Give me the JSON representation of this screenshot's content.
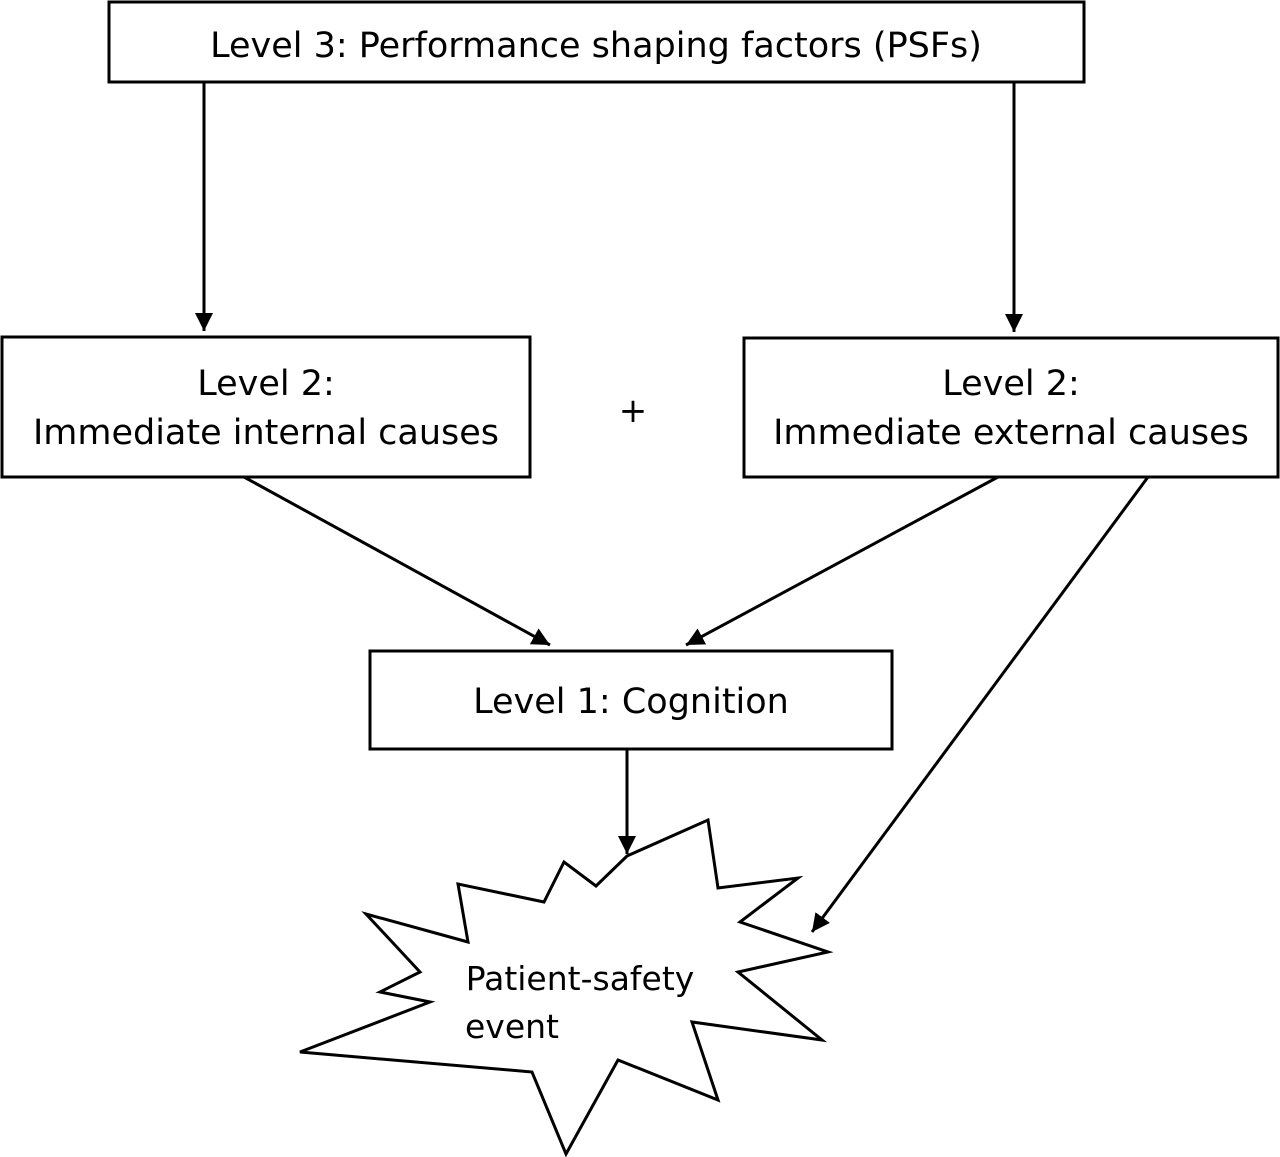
{
  "nodes": {
    "level3": {
      "text": "Level 3: Performance shaping factors (PSFs)"
    },
    "level2_internal": {
      "line1": "Level 2:",
      "line2": "Immediate internal causes"
    },
    "level2_external": {
      "line1": "Level 2:",
      "line2": "Immediate external causes"
    },
    "level1": {
      "text": "Level 1: Cognition"
    },
    "event": {
      "line1": "Patient-safety",
      "line2": "event"
    }
  },
  "plus_sign": "+",
  "edges": [
    {
      "from": "level3",
      "to": "level2_internal"
    },
    {
      "from": "level3",
      "to": "level2_external"
    },
    {
      "from": "level2_internal",
      "to": "level1"
    },
    {
      "from": "level2_external",
      "to": "level1"
    },
    {
      "from": "level2_external",
      "to": "event"
    },
    {
      "from": "level1",
      "to": "event"
    }
  ]
}
